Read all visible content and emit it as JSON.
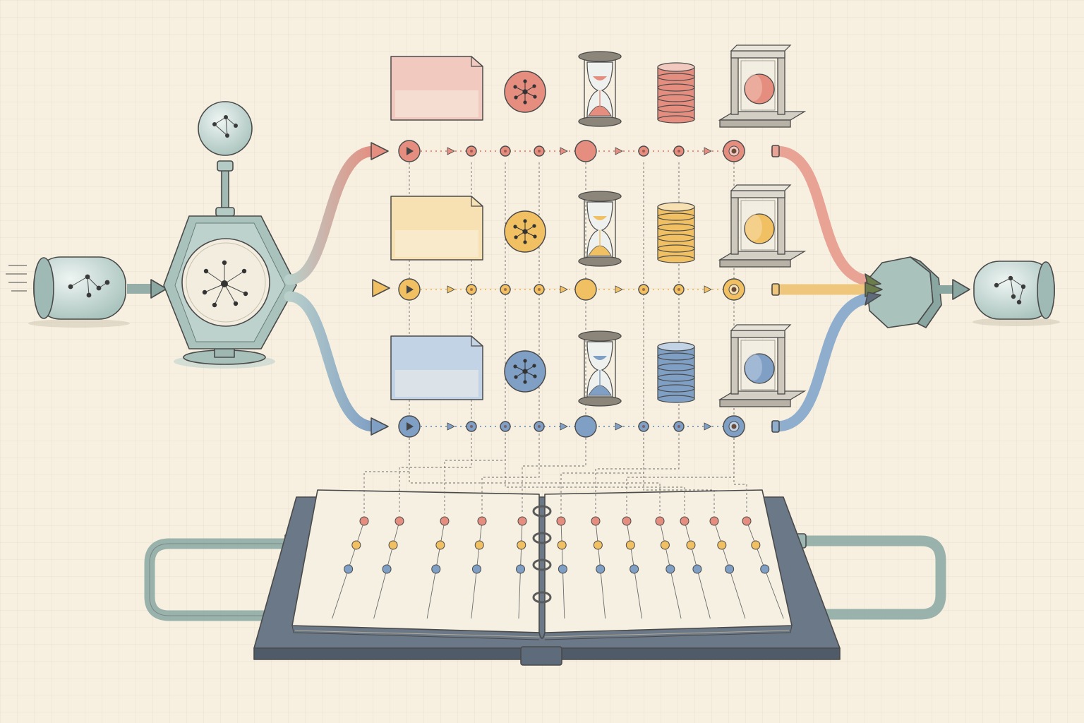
{
  "diagram": {
    "colors": {
      "ink": "#4a4a4a",
      "paper": "#f7f0e1",
      "teal": "#b9cfca",
      "slate": "#5d6b7a"
    },
    "lanes": [
      {
        "id": "red",
        "color": "#e58e7f",
        "light": "#f2c9be"
      },
      {
        "id": "yellow",
        "color": "#f0c063",
        "light": "#f7e0b1"
      },
      {
        "id": "blue",
        "color": "#7f9fc4",
        "light": "#c3d3e6"
      }
    ],
    "lane_icons": [
      "note-card",
      "network-node",
      "hourglass",
      "coin-stack",
      "framed-disc"
    ],
    "pipeline": {
      "input": "capsule-network-icon",
      "splitter": "hexagon-hub-icon",
      "merger": "octagon-merge-icon",
      "output": "capsule-network-icon",
      "log": "ring-binder-book-icon"
    }
  }
}
